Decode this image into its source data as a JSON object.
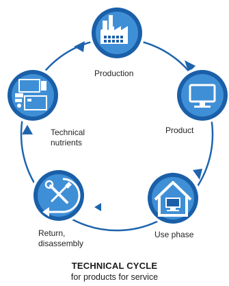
{
  "colors": {
    "ring": "#1d64ad",
    "node_outer": "#1a5fa8",
    "node_inner": "#3f8fd6",
    "icon_white": "#ffffff"
  },
  "nodes": [
    {
      "key": "production",
      "label": "Production",
      "icon": "factory-icon"
    },
    {
      "key": "product",
      "label": "Product",
      "icon": "monitor-icon"
    },
    {
      "key": "use_phase",
      "label": "Use phase",
      "icon": "house-icon"
    },
    {
      "key": "return",
      "label": "Return, disassembly",
      "label_lines": [
        "Return,",
        "disassembly"
      ],
      "icon": "tools-return-icon"
    },
    {
      "key": "technical",
      "label": "Technical nutrients",
      "label_lines": [
        "Technical",
        "nutrients"
      ],
      "icon": "components-icon"
    }
  ],
  "caption": {
    "title": "TECHNICAL CYCLE",
    "subtitle": "for products for service"
  }
}
